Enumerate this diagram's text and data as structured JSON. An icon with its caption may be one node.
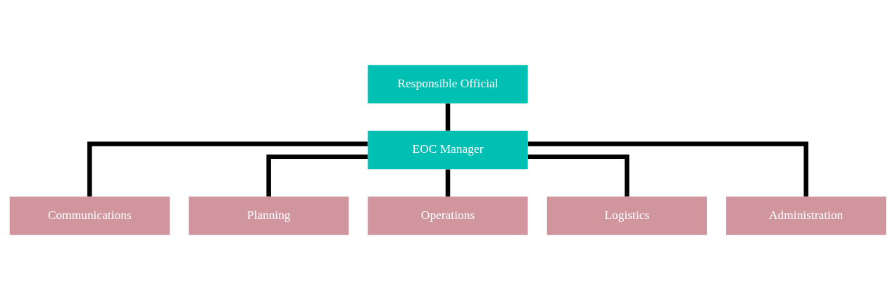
{
  "diagram": {
    "nodes": [
      {
        "text": [
          "Responsible Official"
        ]
      },
      {
        "text": [
          "EOC Manager"
        ]
      },
      {
        "text": [
          "Communications"
        ]
      },
      {
        "text": [
          "Planning"
        ]
      },
      {
        "text": [
          "Operations"
        ]
      },
      {
        "text": [
          "Logistics"
        ]
      },
      {
        "text": [
          "Administration"
        ]
      }
    ],
    "edges": [
      {
        "from": 0,
        "to": 1,
        "arrow": "none"
      },
      {
        "from": 1,
        "to": 2,
        "arrow": "none"
      },
      {
        "from": 1,
        "to": 3,
        "arrow": "none"
      },
      {
        "from": 1,
        "to": 4,
        "arrow": "none"
      },
      {
        "from": 1,
        "to": 5,
        "arrow": "none"
      },
      {
        "from": 1,
        "to": 6,
        "arrow": "none"
      }
    ]
  }
}
